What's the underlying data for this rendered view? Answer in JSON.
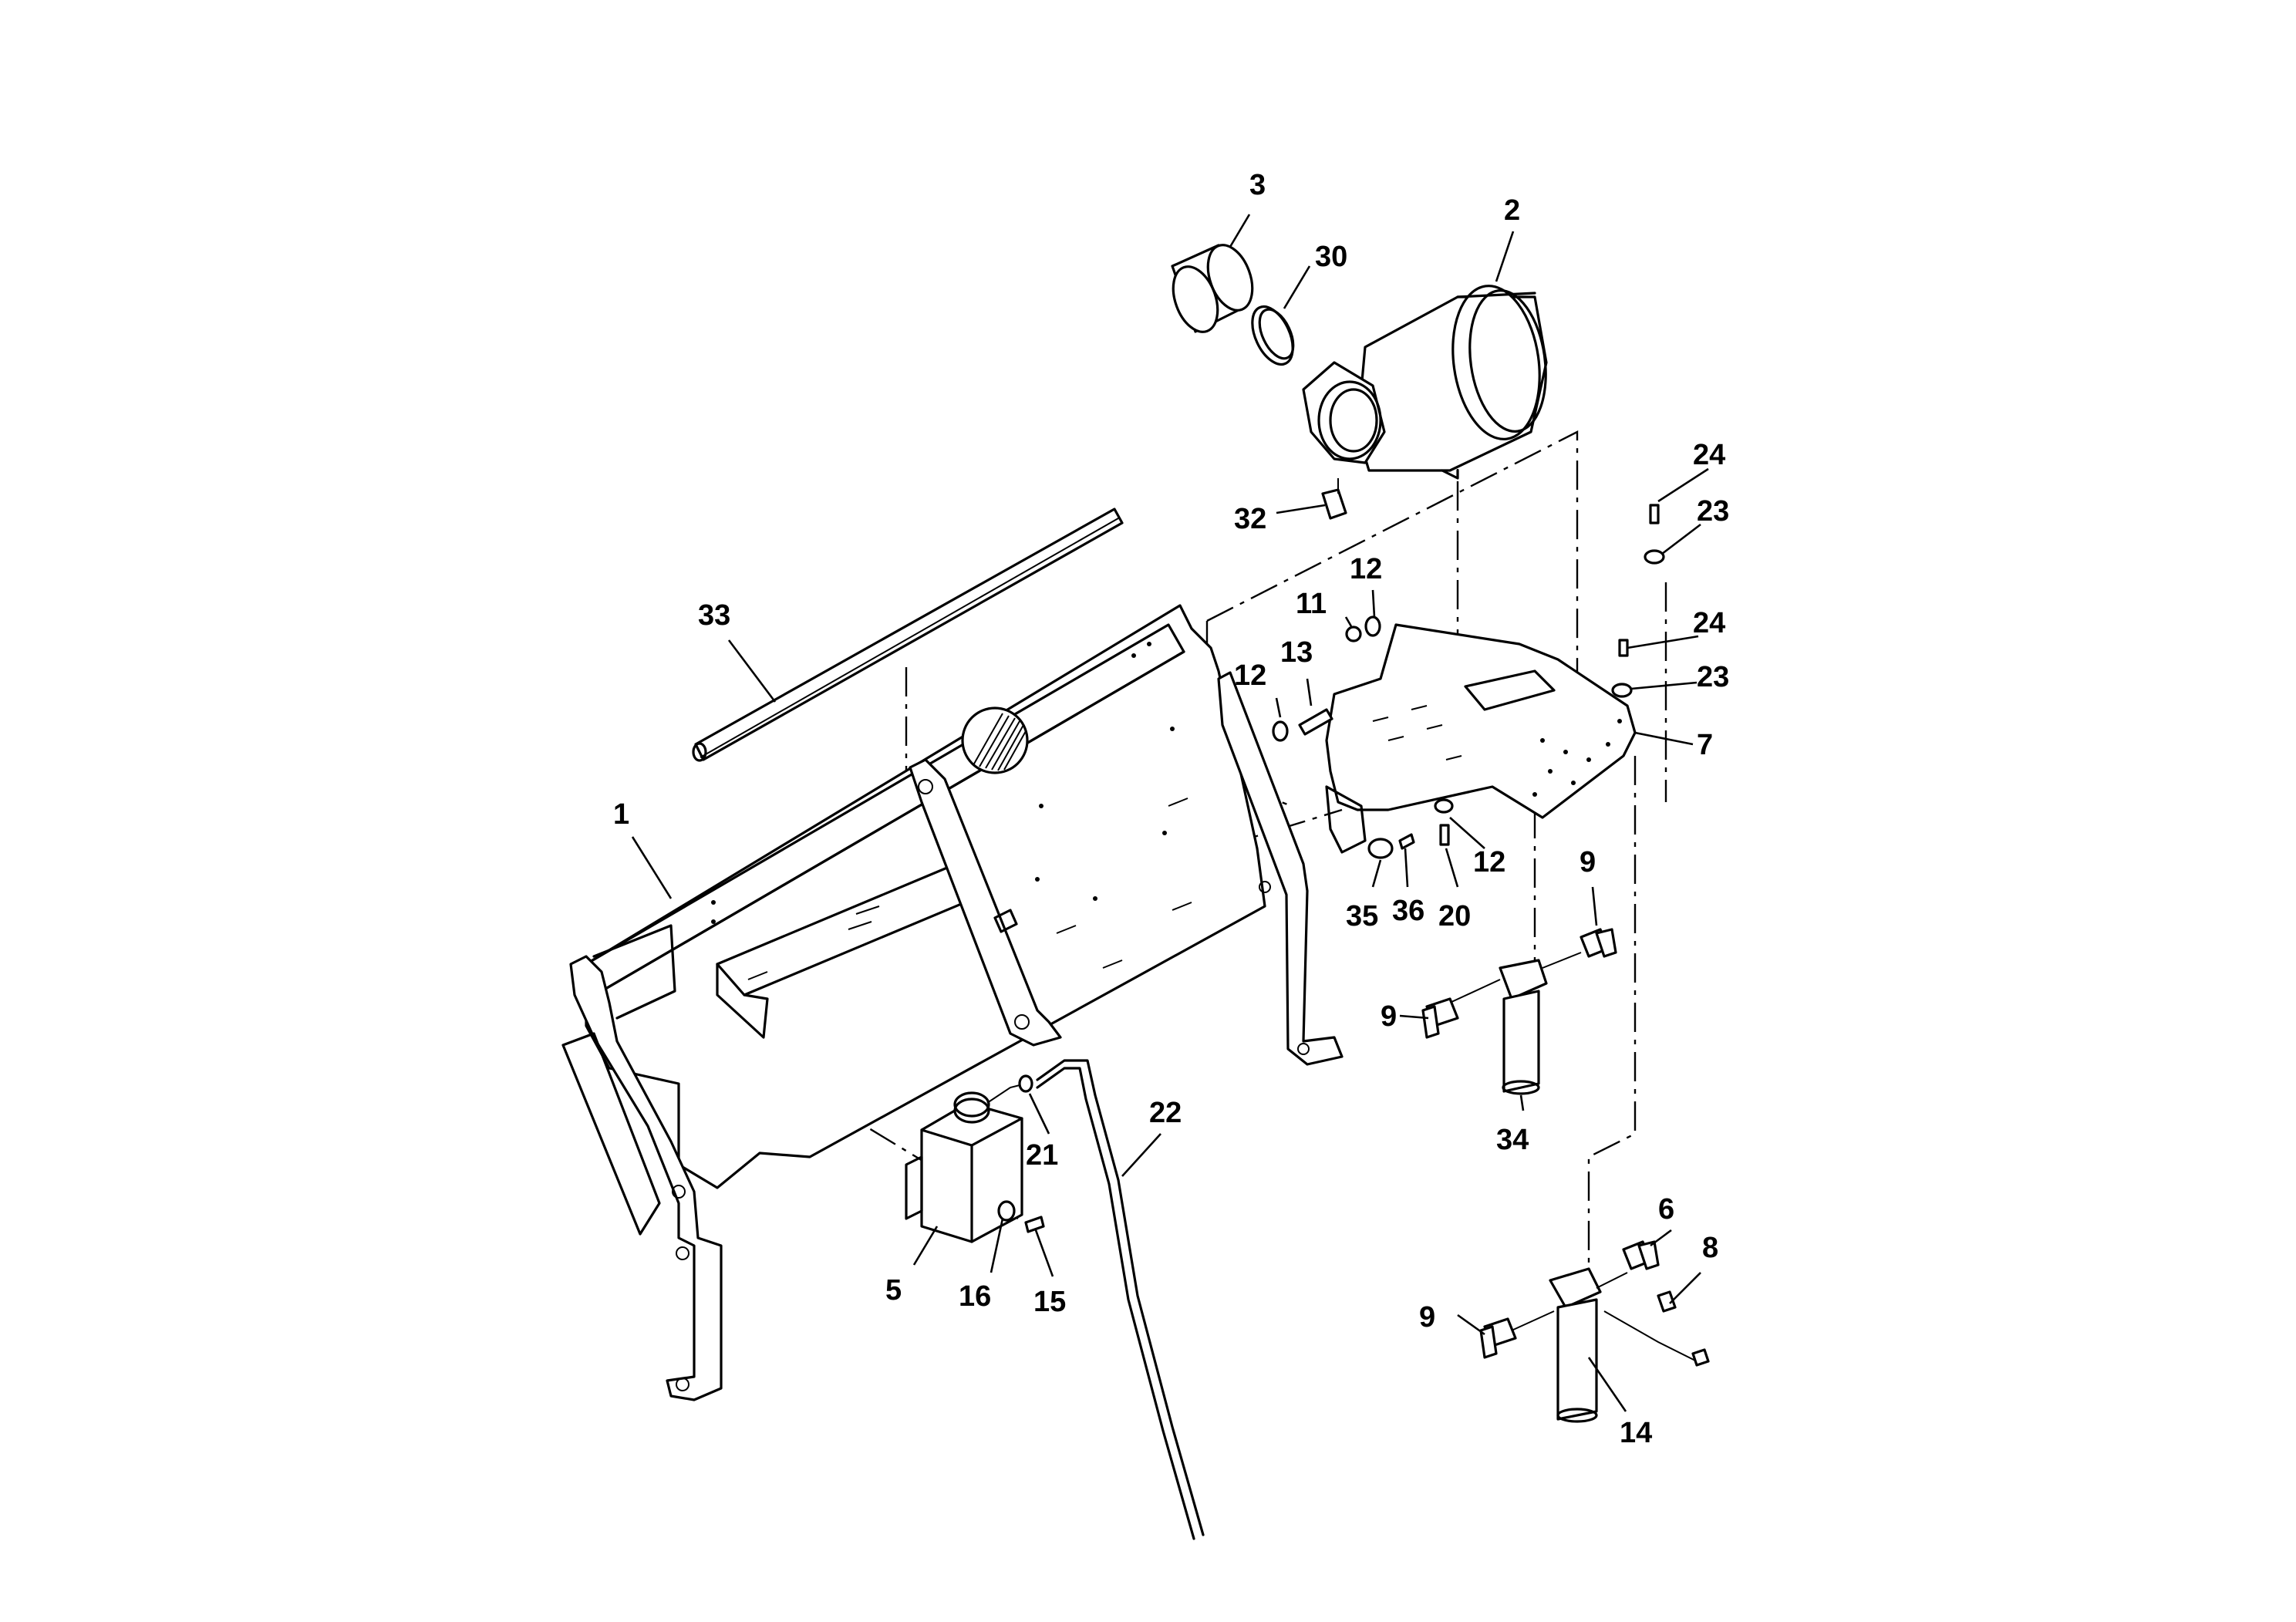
{
  "diagram": {
    "type": "exploded-parts-view",
    "callouts": [
      {
        "id": "c1",
        "label": "1"
      },
      {
        "id": "c2",
        "label": "2"
      },
      {
        "id": "c3",
        "label": "3"
      },
      {
        "id": "c5",
        "label": "5"
      },
      {
        "id": "c6",
        "label": "6"
      },
      {
        "id": "c7",
        "label": "7"
      },
      {
        "id": "c8",
        "label": "8"
      },
      {
        "id": "c9a",
        "label": "9"
      },
      {
        "id": "c9b",
        "label": "9"
      },
      {
        "id": "c9c",
        "label": "9"
      },
      {
        "id": "c11",
        "label": "11"
      },
      {
        "id": "c12a",
        "label": "12"
      },
      {
        "id": "c12b",
        "label": "12"
      },
      {
        "id": "c12c",
        "label": "12"
      },
      {
        "id": "c13",
        "label": "13"
      },
      {
        "id": "c14",
        "label": "14"
      },
      {
        "id": "c15",
        "label": "15"
      },
      {
        "id": "c16",
        "label": "16"
      },
      {
        "id": "c20",
        "label": "20"
      },
      {
        "id": "c21",
        "label": "21"
      },
      {
        "id": "c22",
        "label": "22"
      },
      {
        "id": "c23a",
        "label": "23"
      },
      {
        "id": "c23b",
        "label": "23"
      },
      {
        "id": "c24a",
        "label": "24"
      },
      {
        "id": "c24b",
        "label": "24"
      },
      {
        "id": "c30",
        "label": "30"
      },
      {
        "id": "c32",
        "label": "32"
      },
      {
        "id": "c33",
        "label": "33"
      },
      {
        "id": "c34",
        "label": "34"
      },
      {
        "id": "c35",
        "label": "35"
      },
      {
        "id": "c36",
        "label": "36"
      }
    ]
  }
}
